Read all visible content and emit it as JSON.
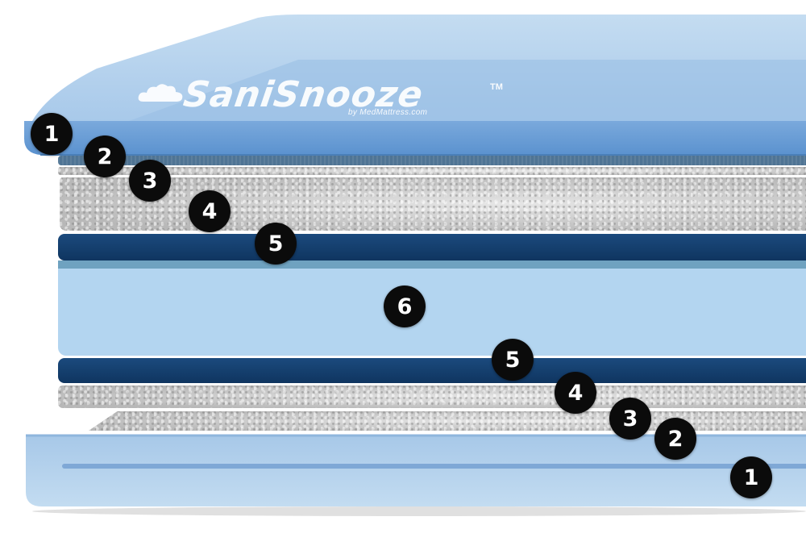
{
  "brand": {
    "name": "SaniSnooze",
    "trademark": "TM",
    "subtitle": "by MedMattress.com"
  },
  "layers": [
    {
      "number": "1",
      "material": "cover"
    },
    {
      "number": "2",
      "material": "fabric"
    },
    {
      "number": "3",
      "material": "thin-foam"
    },
    {
      "number": "4",
      "material": "gray-foam"
    },
    {
      "number": "5",
      "material": "navy-foam"
    },
    {
      "number": "6",
      "material": "core-foam"
    }
  ],
  "badges": {
    "top_1": "1",
    "top_2": "2",
    "top_3": "3",
    "top_4": "4",
    "top_5": "5",
    "core_6": "6",
    "bottom_5": "5",
    "bottom_4": "4",
    "bottom_3": "3",
    "bottom_2": "2",
    "bottom_1": "1"
  },
  "colors": {
    "cover_light": "#b8d3ec",
    "cover_mid": "#86b1de",
    "cover_edge": "#6a9fd6",
    "fabric": "#4f7494",
    "navy": "#123e6e",
    "core": "#b3d5f0",
    "core_top": "#6fa2c0",
    "foam": "#bdbdbd",
    "badge": "#0b0b0b"
  }
}
